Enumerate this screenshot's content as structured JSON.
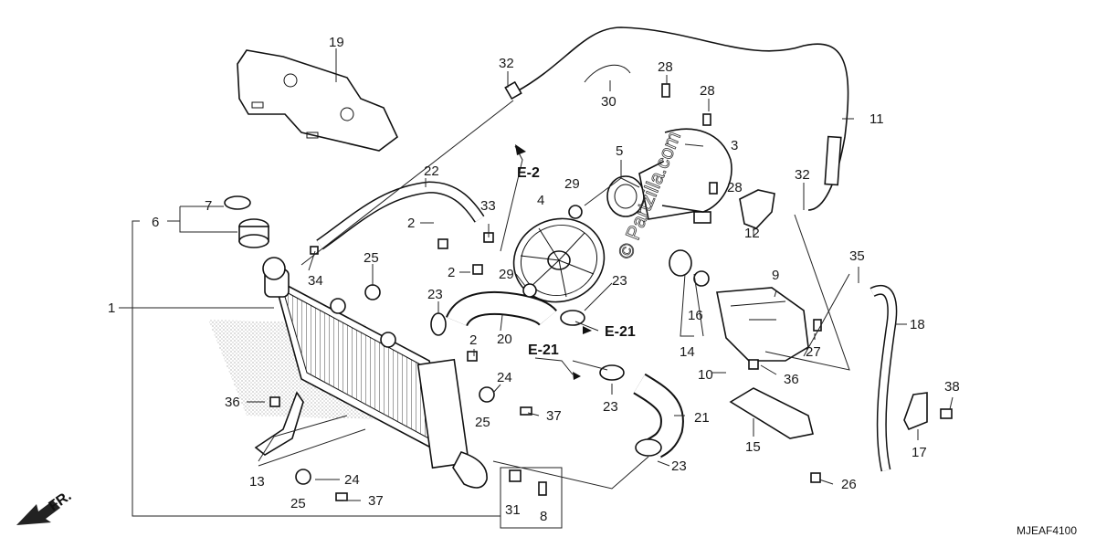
{
  "callouts": [
    "1",
    "2",
    "2",
    "2",
    "3",
    "4",
    "5",
    "6",
    "7",
    "8",
    "9",
    "10",
    "11",
    "12",
    "13",
    "14",
    "15",
    "16",
    "17",
    "18",
    "19",
    "20",
    "21",
    "22",
    "23",
    "23",
    "23",
    "23",
    "24",
    "24",
    "25",
    "25",
    "25",
    "26",
    "27",
    "28",
    "28",
    "28",
    "29",
    "29",
    "30",
    "31",
    "32",
    "32",
    "33",
    "34",
    "35",
    "36",
    "36",
    "37",
    "37",
    "38"
  ],
  "references": [
    "E-2",
    "E-21",
    "E-21"
  ],
  "watermark": "© Partzilla.com",
  "direction_label": "FR.",
  "diagram_code": "MJEAF4100"
}
